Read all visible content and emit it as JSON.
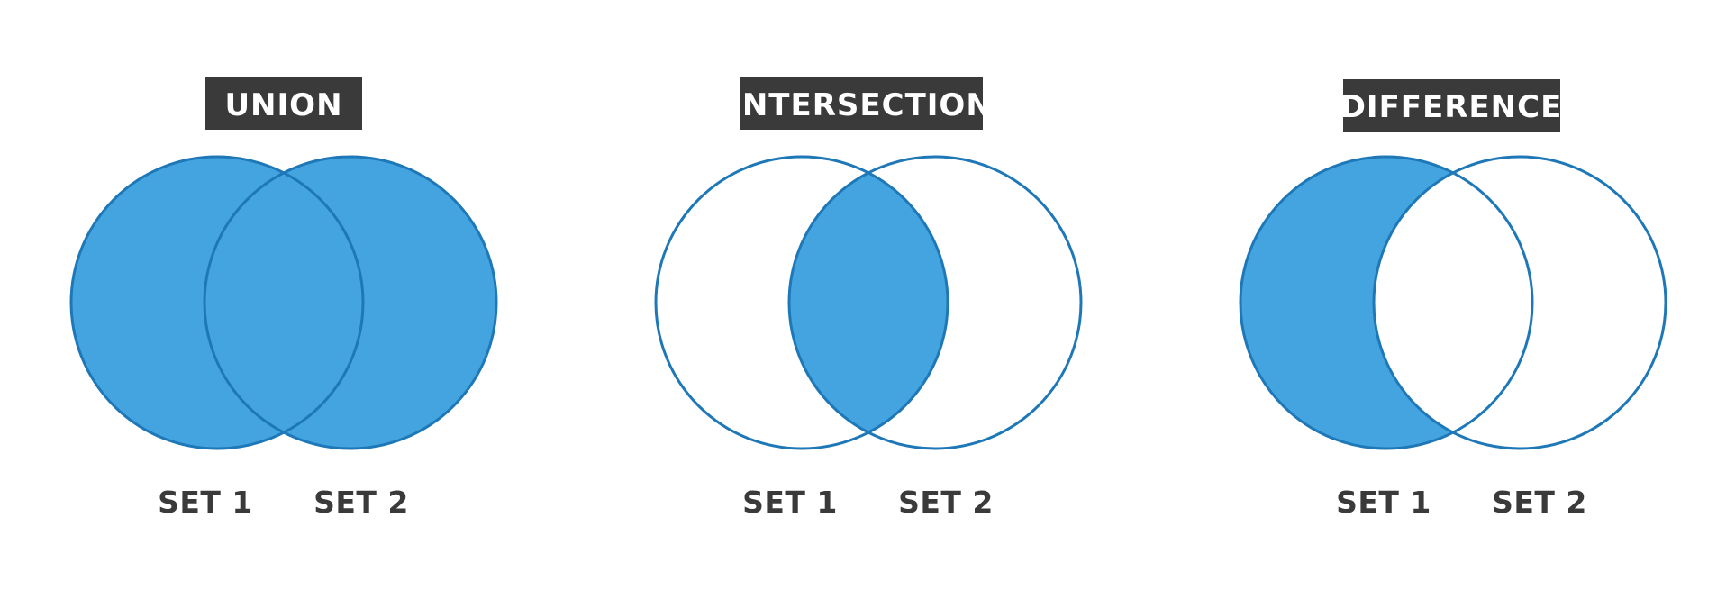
{
  "colors": {
    "fill": "#44a4e0",
    "outline": "#1e78b8",
    "title_bg": "#3a3a3a",
    "title_text": "#ffffff",
    "label_text": "#3a3a3a",
    "background": "#ffffff"
  },
  "panels": [
    {
      "id": "union",
      "title": "UNION",
      "set1_label": "SET 1",
      "set2_label": "SET 2",
      "shaded": "union"
    },
    {
      "id": "intersection",
      "title": "INTERSECTION",
      "set1_label": "SET 1",
      "set2_label": "SET 2",
      "shaded": "intersection"
    },
    {
      "id": "difference",
      "title": "DIFFERENCE",
      "set1_label": "SET 1",
      "set2_label": "SET 2",
      "shaded": "set1-minus-set2"
    }
  ]
}
